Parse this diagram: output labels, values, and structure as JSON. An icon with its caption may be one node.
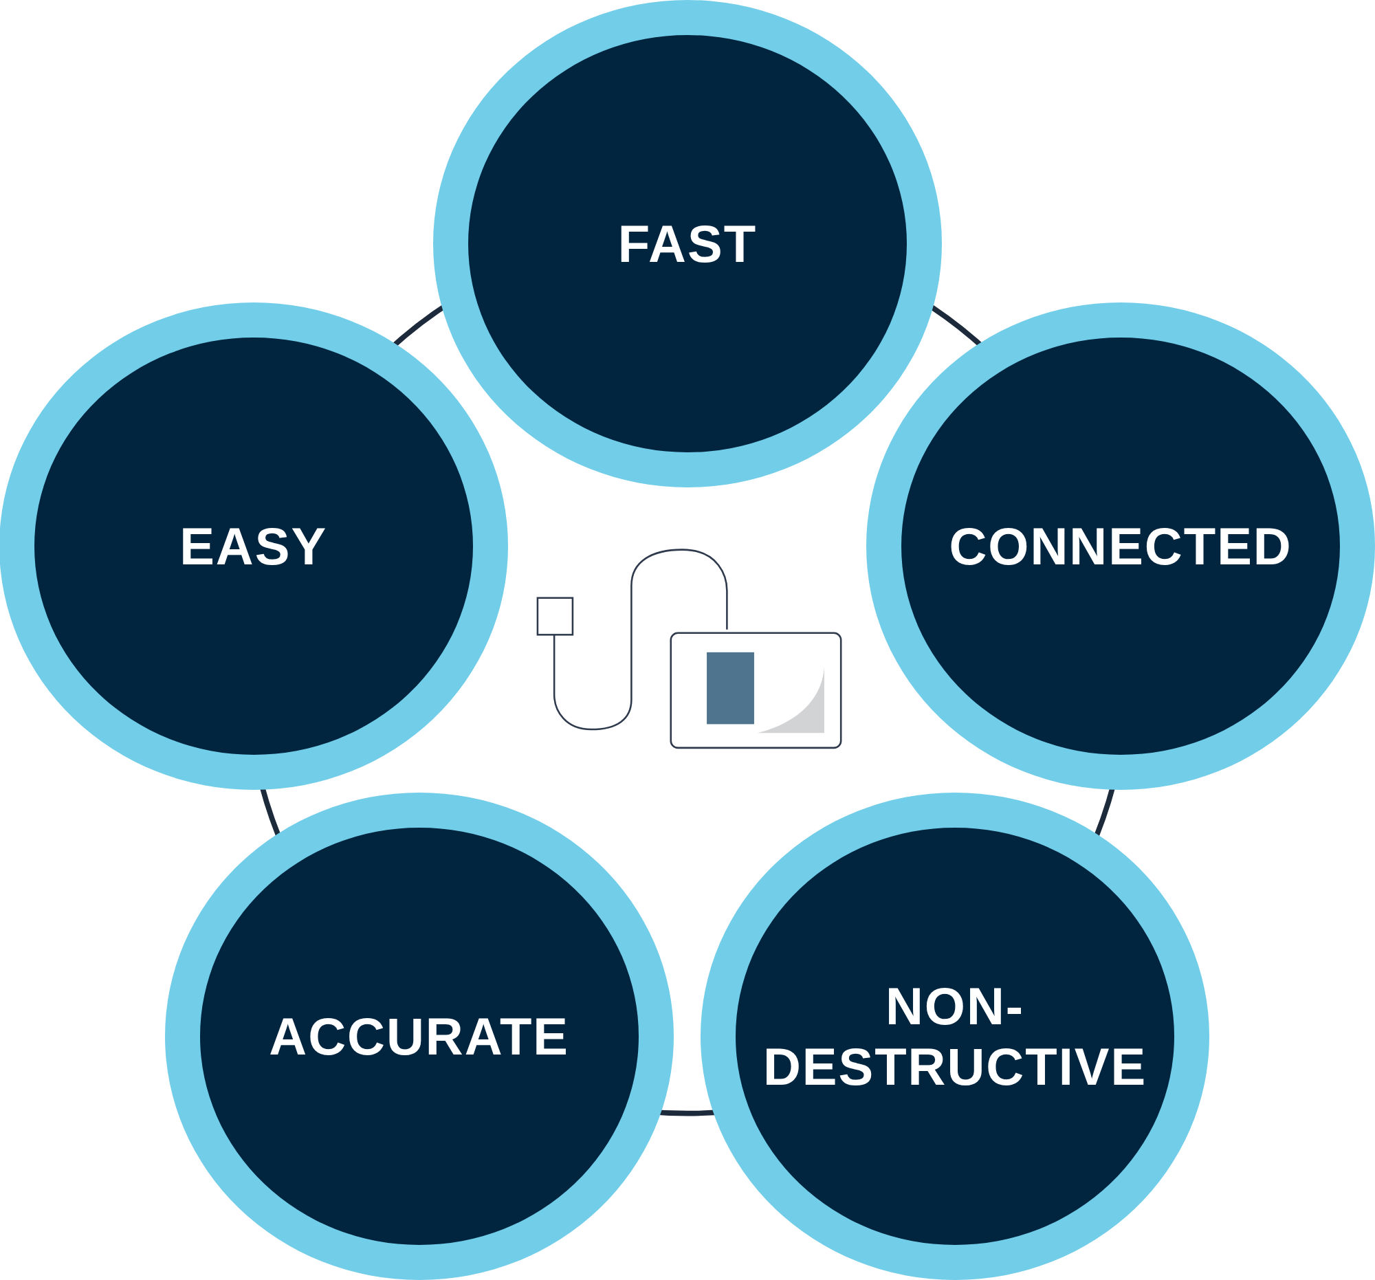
{
  "diagram": {
    "nodes": [
      {
        "text": [
          "FAST"
        ]
      },
      {
        "text": [
          "EASY"
        ]
      },
      {
        "text": [
          "CONNECTED"
        ]
      },
      {
        "text": [
          "ACCURATE"
        ]
      },
      {
        "text": [
          "NON-DESTRUCTIVE"
        ]
      }
    ]
  }
}
